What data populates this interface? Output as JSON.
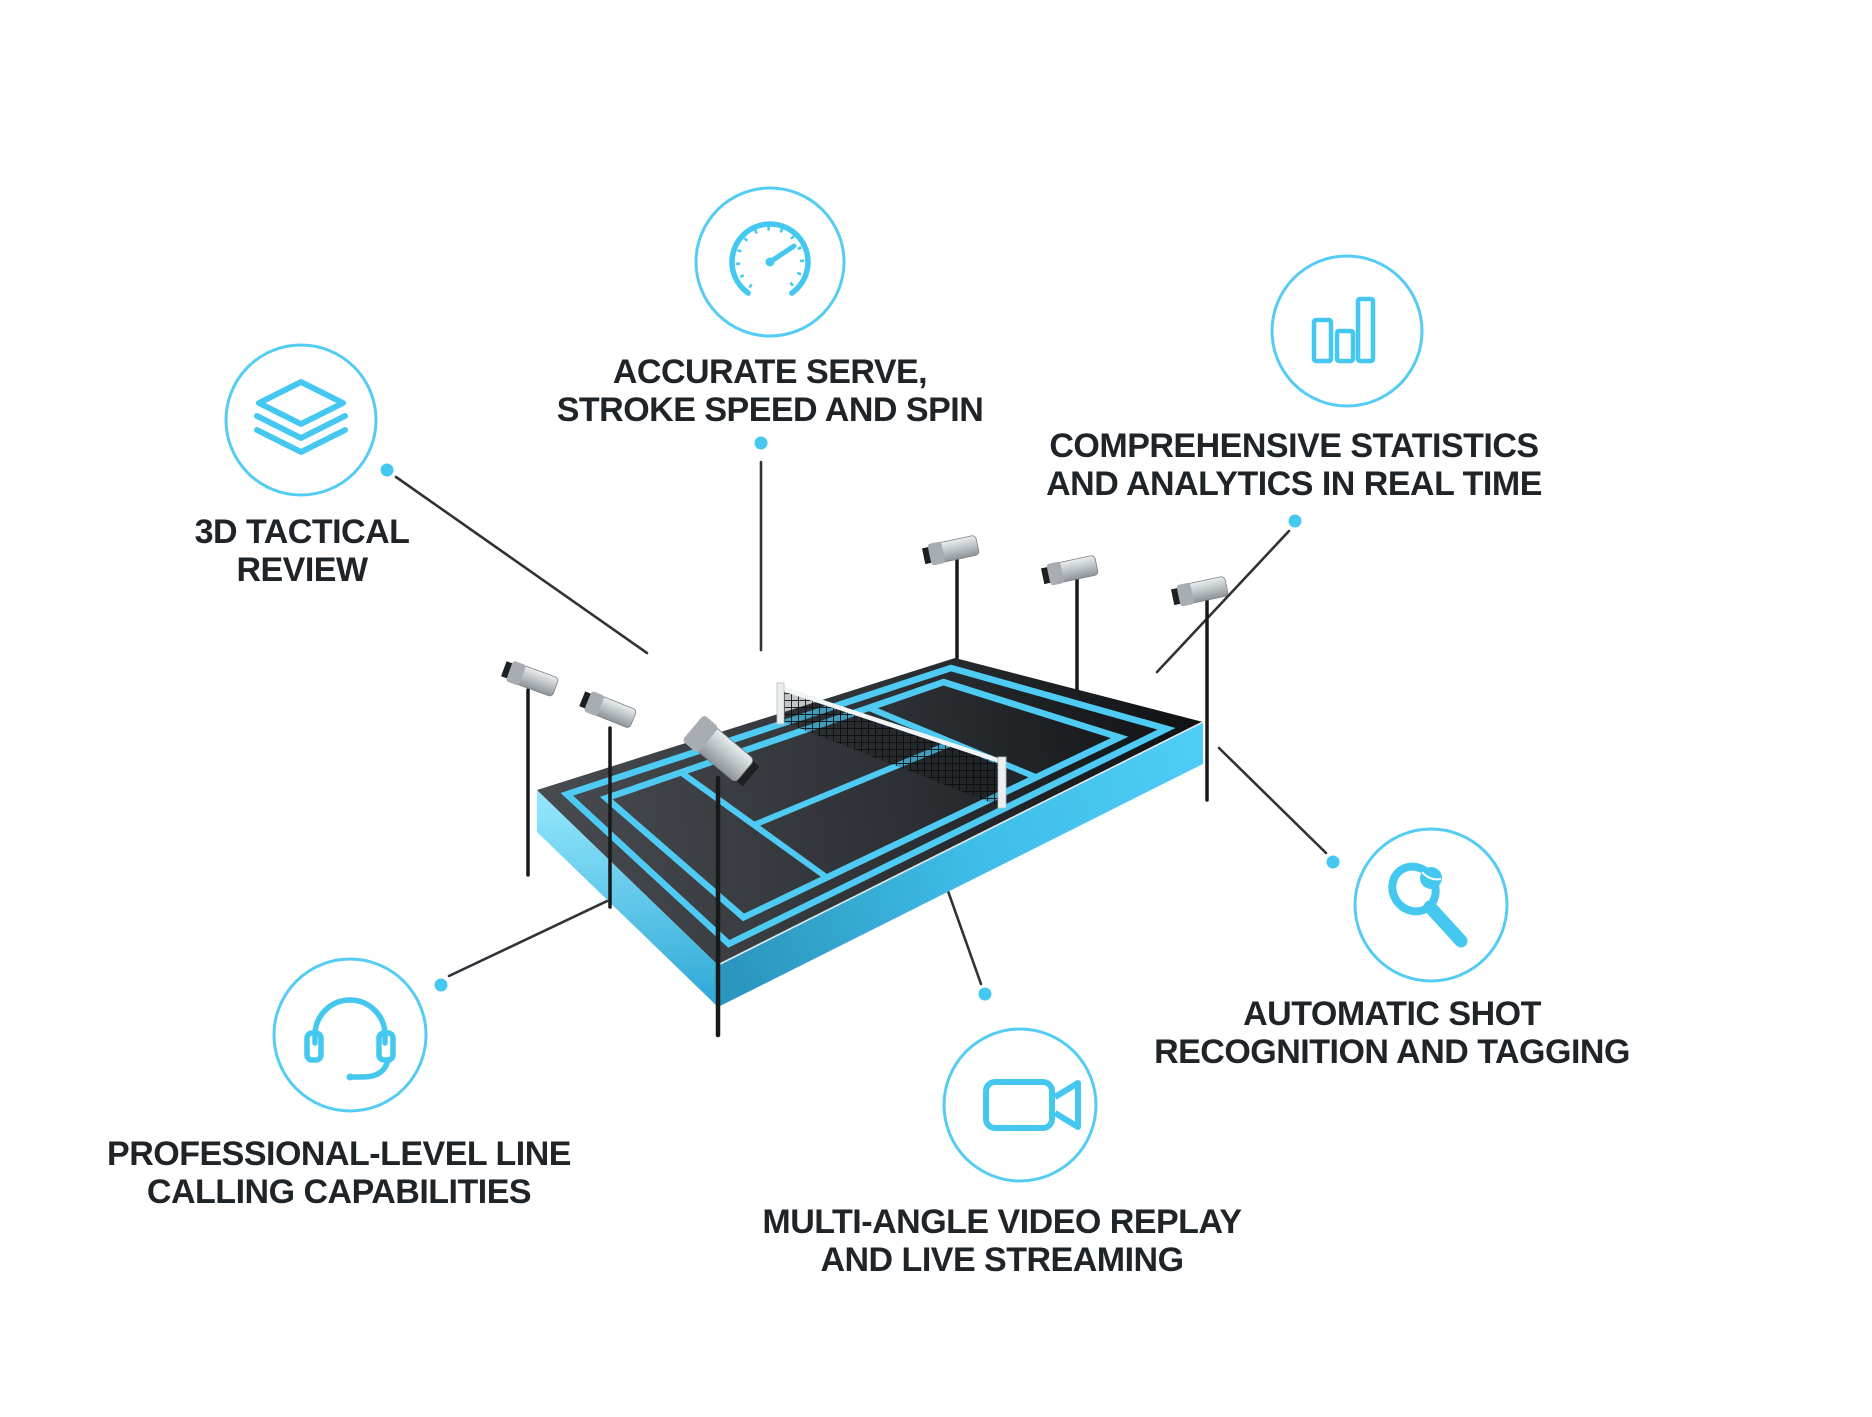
{
  "colors": {
    "accent": "#45C8F0",
    "circle_stroke": "#55CCF4",
    "court_line": "#4FCBF3",
    "court_side": "#3EC3EE",
    "court_surface_dark": "#2E3236",
    "label_text": "#1F2428",
    "connector_line": "#2E3338"
  },
  "features": [
    {
      "id": "tactical-review",
      "icon": "layers-icon",
      "line1": "3D TACTICAL",
      "line2": "REVIEW"
    },
    {
      "id": "serve-speed",
      "icon": "speedometer-icon",
      "line1": "ACCURATE SERVE,",
      "line2": "STROKE SPEED AND SPIN"
    },
    {
      "id": "statistics",
      "icon": "bar-chart-icon",
      "line1": "COMPREHENSIVE STATISTICS",
      "line2": "AND ANALYTICS IN REAL TIME"
    },
    {
      "id": "line-calling",
      "icon": "headset-icon",
      "line1": "PROFESSIONAL-LEVEL LINE",
      "line2": "CALLING CAPABILITIES"
    },
    {
      "id": "video-replay",
      "icon": "video-camera-icon",
      "line1": "MULTI-ANGLE VIDEO REPLAY",
      "line2": "AND LIVE STREAMING"
    },
    {
      "id": "shot-recognition",
      "icon": "tennis-racket-icon",
      "line1": "AUTOMATIC SHOT",
      "line2": "RECOGNITION AND TAGGING"
    }
  ]
}
